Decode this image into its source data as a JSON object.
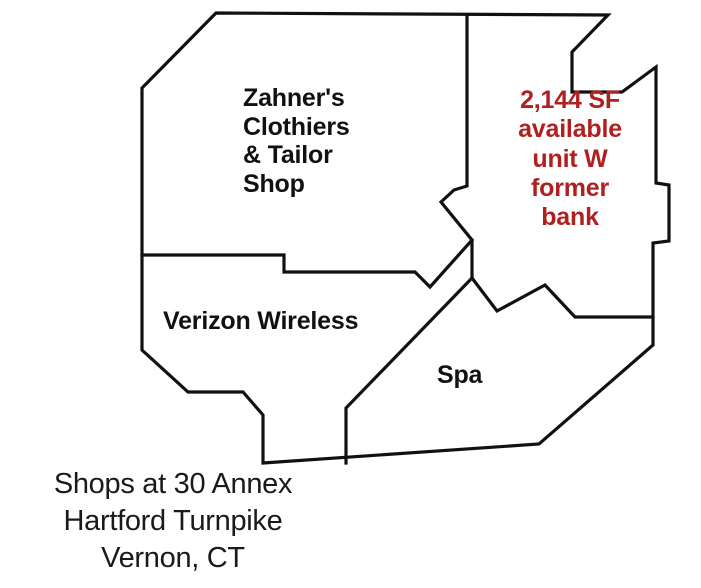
{
  "document": {
    "type": "retail-floor-plan",
    "background_color": "#ffffff",
    "wall_color": "#111111",
    "highlight_color": "#b02020"
  },
  "units": [
    {
      "id": "zahners",
      "name": "Zahner's Clothiers & Tailor Shop",
      "label": "Zahner's\nClothiers\n& Tailor\nShop",
      "color": "#111111"
    },
    {
      "id": "verizon",
      "name": "Verizon Wireless",
      "label": "Verizon Wireless",
      "color": "#111111"
    },
    {
      "id": "spa",
      "name": "Spa",
      "label": "Spa",
      "color": "#111111"
    }
  ],
  "availability": {
    "label": "2,144 SF\navailable\nunit W\nformer\nbank",
    "square_feet": "2,144 SF",
    "status": "available",
    "unit": "unit W",
    "prior_use": "former bank",
    "color": "#b02020"
  },
  "caption": {
    "line1": "Shops at 30 Annex",
    "line2": "Hartford Turnpike",
    "line3": "Vernon, CT"
  }
}
